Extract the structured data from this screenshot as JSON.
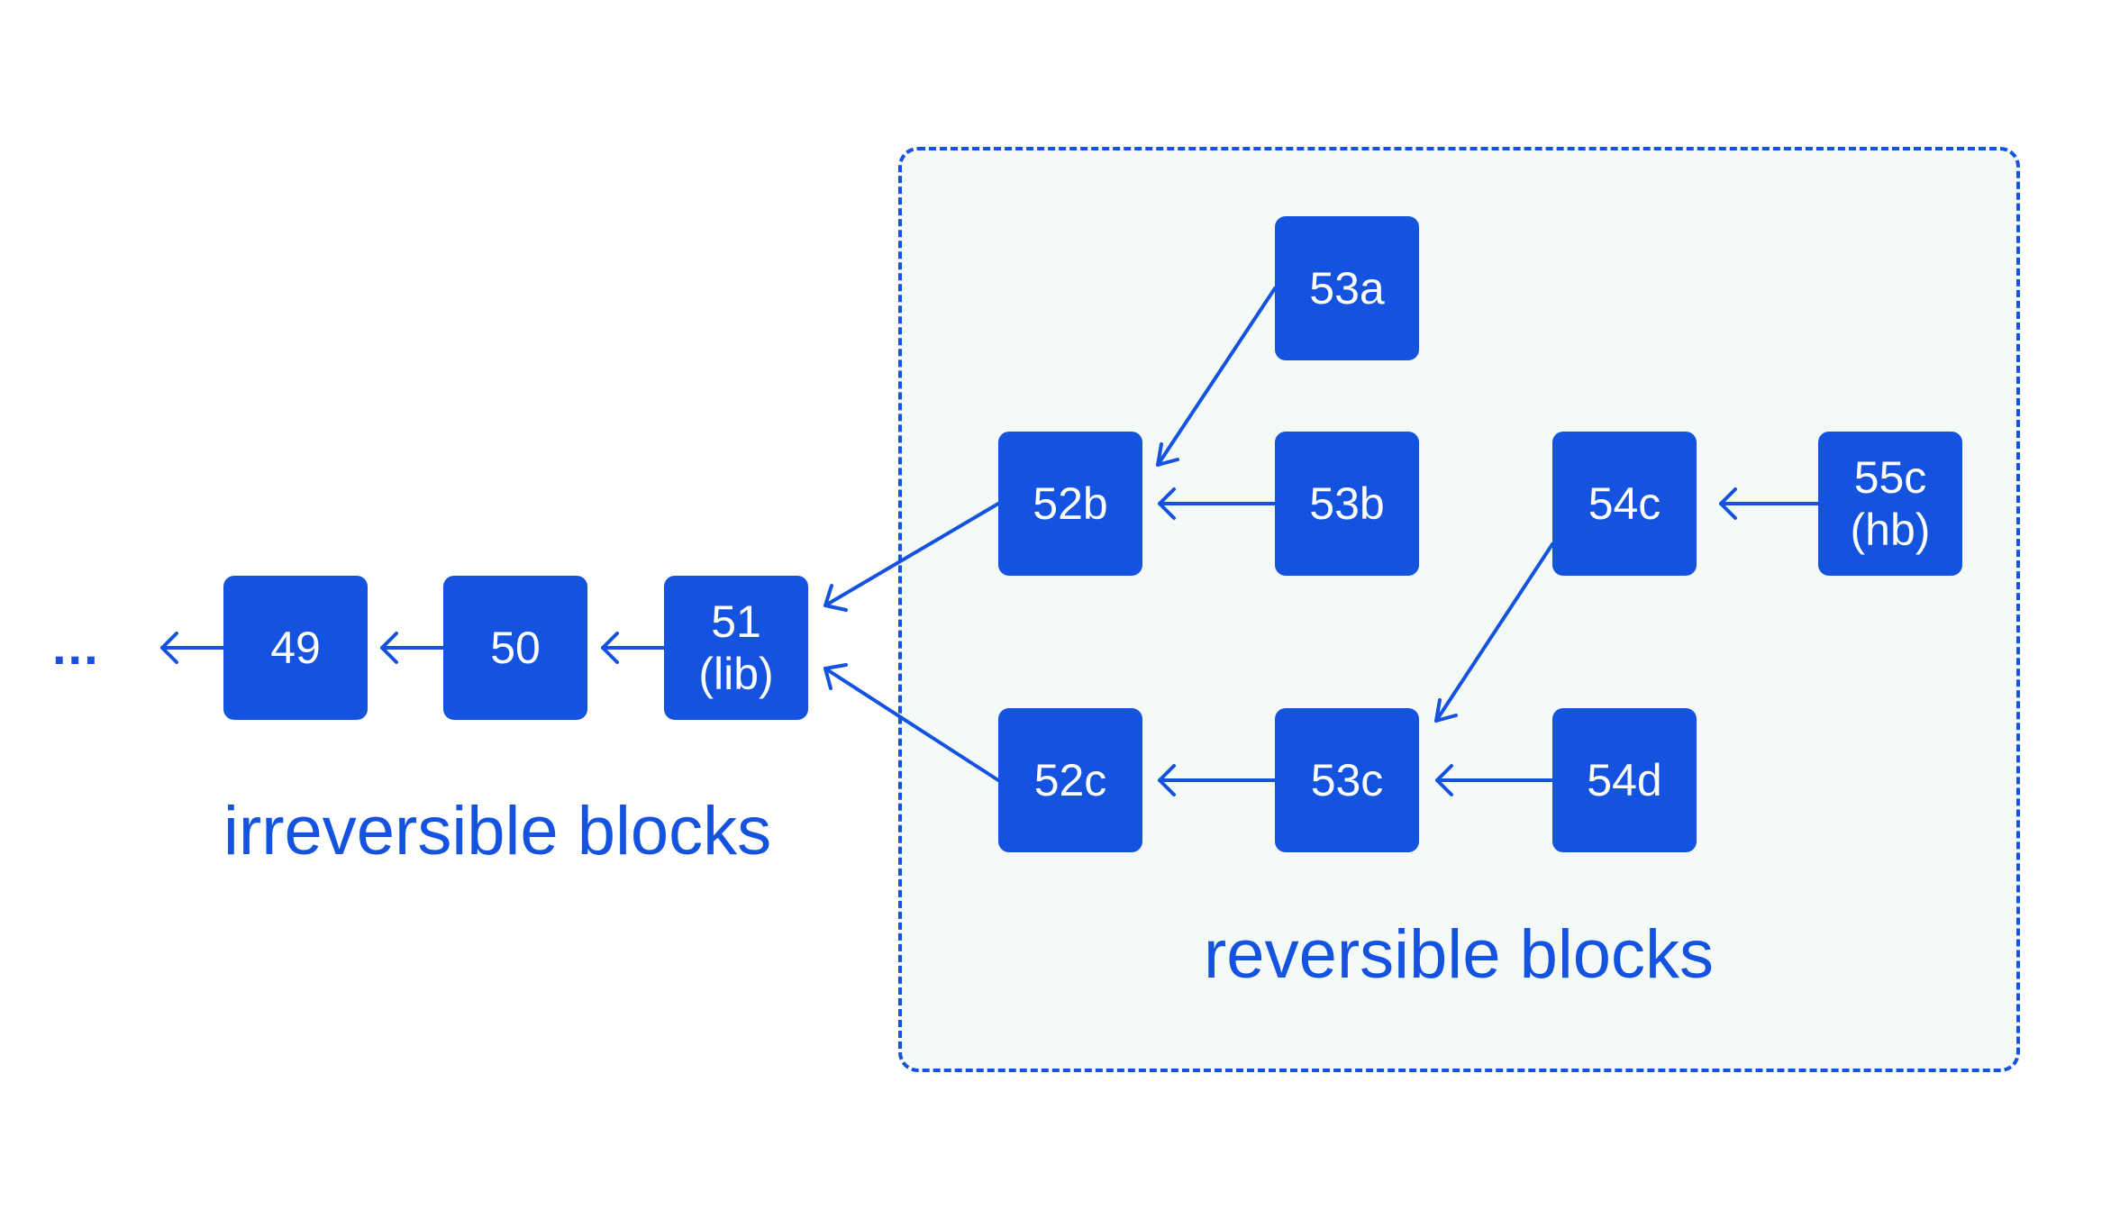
{
  "colors": {
    "block_fill": "#1452e0",
    "block_text": "#ffffff",
    "edge": "#1452e0",
    "region_fill": "#f4faf8",
    "region_border": "#1452e0"
  },
  "ellipsis": "...",
  "irreversible_label": "irreversible blocks",
  "reversible_label": "reversible blocks",
  "blocks": {
    "b49": {
      "line1": "49",
      "line2": ""
    },
    "b50": {
      "line1": "50",
      "line2": ""
    },
    "b51": {
      "line1": "51",
      "line2": "(lib)"
    },
    "b52b": {
      "line1": "52b",
      "line2": ""
    },
    "b52c": {
      "line1": "52c",
      "line2": ""
    },
    "b53a": {
      "line1": "53a",
      "line2": ""
    },
    "b53b": {
      "line1": "53b",
      "line2": ""
    },
    "b53c": {
      "line1": "53c",
      "line2": ""
    },
    "b54c": {
      "line1": "54c",
      "line2": ""
    },
    "b54d": {
      "line1": "54d",
      "line2": ""
    },
    "b55c": {
      "line1": "55c",
      "line2": "(hb)"
    }
  },
  "edges": [
    {
      "from": "b49",
      "to": "ellipsis"
    },
    {
      "from": "b50",
      "to": "b49"
    },
    {
      "from": "b51",
      "to": "b50"
    },
    {
      "from": "b52b",
      "to": "b51"
    },
    {
      "from": "b52c",
      "to": "b51"
    },
    {
      "from": "b53a",
      "to": "b52b"
    },
    {
      "from": "b53b",
      "to": "b52b"
    },
    {
      "from": "b53c",
      "to": "b52c"
    },
    {
      "from": "b54c",
      "to": "b53c"
    },
    {
      "from": "b54d",
      "to": "b53c"
    },
    {
      "from": "b55c",
      "to": "b54c"
    }
  ]
}
